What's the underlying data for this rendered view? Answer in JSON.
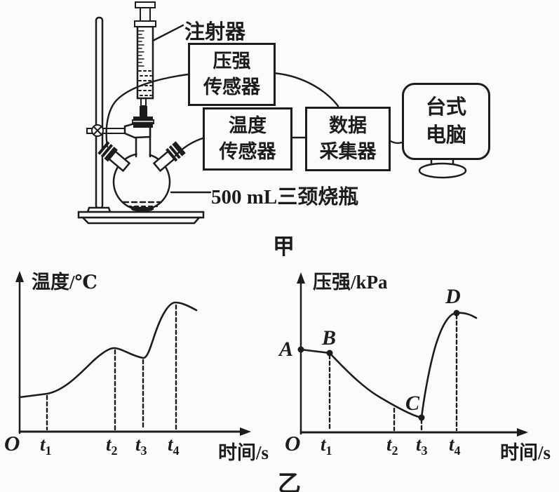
{
  "ink_color": "#1c1c1c",
  "paper_color": "#fbfbf9",
  "apparatus": {
    "syringe_label": "注射器",
    "pressure_sensor": "压强\n传感器",
    "temperature_sensor": "温度\n传感器",
    "data_collector": "数据\n采集器",
    "computer": "台式\n电脑",
    "flask_label": "500 mL三颈烧瓶",
    "caption": "甲"
  },
  "graphs": {
    "caption": "乙",
    "left": {
      "y_axis": "温度/℃",
      "x_axis": "时间/s",
      "origin": "O",
      "ticks": [
        {
          "base": "t",
          "sub": "1"
        },
        {
          "base": "t",
          "sub": "2"
        },
        {
          "base": "t",
          "sub": "3"
        },
        {
          "base": "t",
          "sub": "4"
        }
      ]
    },
    "right": {
      "y_axis": "压强/kPa",
      "x_axis": "时间/s",
      "origin": "O",
      "ticks": [
        {
          "base": "t",
          "sub": "1"
        },
        {
          "base": "t",
          "sub": "2"
        },
        {
          "base": "t",
          "sub": "3"
        },
        {
          "base": "t",
          "sub": "4"
        }
      ],
      "points": [
        "A",
        "B",
        "C",
        "D"
      ]
    }
  },
  "chart_data": [
    {
      "type": "line",
      "title": "温度/℃ vs 时间/s (qualitative, axes unlabeled numerically)",
      "xlabel": "时间/s",
      "ylabel": "温度/℃",
      "x_ticks": [
        "O",
        "t1",
        "t2",
        "t3",
        "t4"
      ],
      "key_points": [
        {
          "x": "0",
          "y": 49
        },
        {
          "x": "t1",
          "y": 54
        },
        {
          "x": "t2",
          "y": 119,
          "feature": "local max"
        },
        {
          "x": "t3",
          "y": 105,
          "feature": "local min"
        },
        {
          "x": "t4",
          "y": 183,
          "feature": "max"
        },
        {
          "x": "end",
          "y": 173
        }
      ],
      "units": "arbitrary (read from pixel heights above x-axis)",
      "grid": false,
      "dashed_guides_at": [
        "t1",
        "t2",
        "t3",
        "t4"
      ]
    },
    {
      "type": "line",
      "title": "压强/kPa vs 时间/s (qualitative, axes unlabeled numerically)",
      "xlabel": "时间/s",
      "ylabel": "压强/kPa",
      "x_ticks": [
        "O",
        "t1",
        "t2",
        "t3",
        "t4"
      ],
      "key_points": [
        {
          "x": "0",
          "label": "A",
          "y": 117
        },
        {
          "x": "t1",
          "label": "B",
          "y": 112
        },
        {
          "x": "t2",
          "y": 32
        },
        {
          "x": "t3",
          "label": "C",
          "y": 20,
          "feature": "min"
        },
        {
          "x": "t4",
          "label": "D",
          "y": 169,
          "feature": "max"
        },
        {
          "x": "end",
          "y": 162
        }
      ],
      "units": "arbitrary (read from pixel heights above x-axis)",
      "grid": false,
      "dashed_guides_at": [
        "t1",
        "t2",
        "t3",
        "t4"
      ]
    }
  ]
}
